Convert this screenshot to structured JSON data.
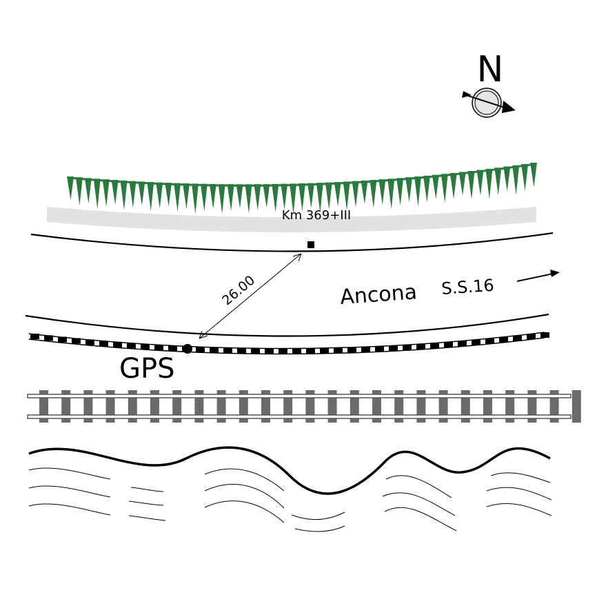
{
  "compass": {
    "north_label": "N",
    "icon": "north-arrow-icon"
  },
  "labels": {
    "km_marker": "Km 369+III",
    "distance": "26.00",
    "direction_city": "Ancona",
    "road_name": "S.S.16",
    "gps": "GPS"
  },
  "colors": {
    "vegetation": "#2a7a3e",
    "road_band": "#e2e2e2",
    "rail_tie": "#6a6a6a",
    "line": "#000000"
  },
  "icons": {
    "vegetation": "grass-hedge-icon",
    "rail": "railway-track-icon",
    "sea": "sea-waves-icon",
    "marker": "survey-point-icon",
    "gps_point": "gps-point-icon"
  }
}
